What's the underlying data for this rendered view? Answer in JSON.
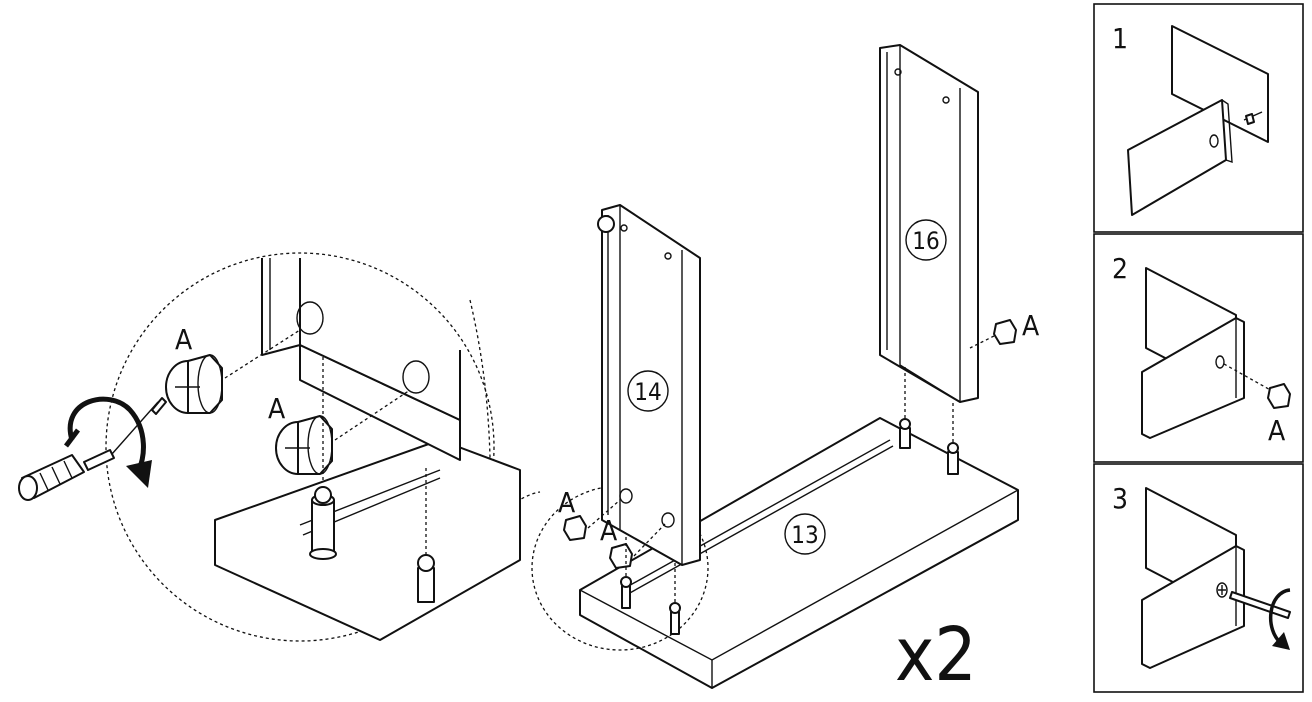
{
  "part_labels": {
    "p13": "13",
    "p14": "14",
    "p16": "16"
  },
  "hardware_label": "A",
  "quantity": "x2",
  "steps": [
    {
      "number": "1"
    },
    {
      "number": "2",
      "label": "A"
    },
    {
      "number": "3"
    }
  ],
  "icons": [
    "screwdriver-icon",
    "rotate-arrow-icon",
    "cam-lock-icon",
    "dowel-icon"
  ]
}
